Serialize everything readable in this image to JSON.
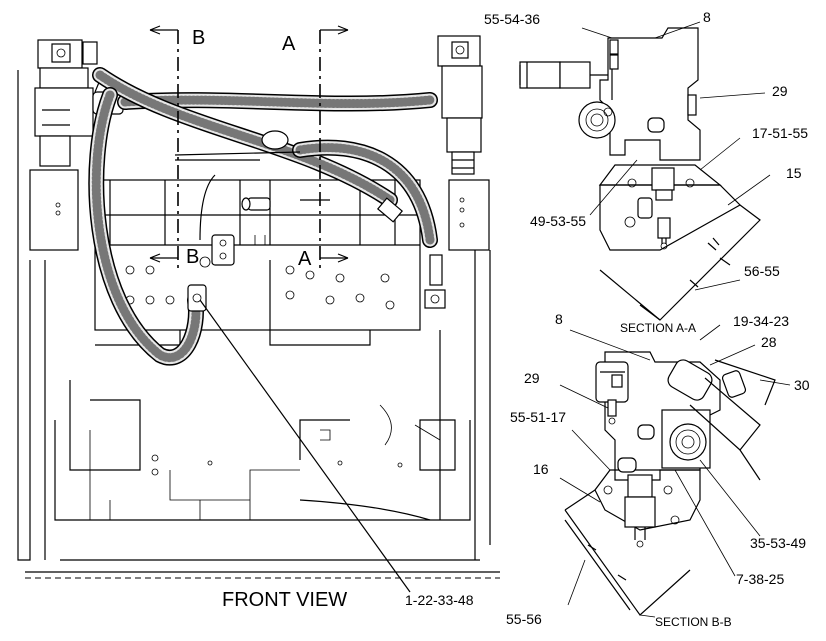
{
  "view_title": "FRONT VIEW",
  "section_a_title": "SECTION A-A",
  "section_b_title": "SECTION B-B",
  "section_markers": {
    "b_top": "B",
    "a_top": "A",
    "b_bottom": "B",
    "a_bottom": "A"
  },
  "callouts": {
    "front_main": "1-22-33-48",
    "a_55_54_36": "55-54-36",
    "a_8": "8",
    "a_29": "29",
    "a_17_51_55": "17-51-55",
    "a_15": "15",
    "a_49_53_55": "49-53-55",
    "a_56_55": "56-55",
    "b_8": "8",
    "b_19_34_23": "19-34-23",
    "b_28": "28",
    "b_30": "30",
    "b_29": "29",
    "b_55_51_17": "55-51-17",
    "b_16": "16",
    "b_35_53_49": "35-53-49",
    "b_7_38_25": "7-38-25",
    "b_55_56": "55-56"
  }
}
